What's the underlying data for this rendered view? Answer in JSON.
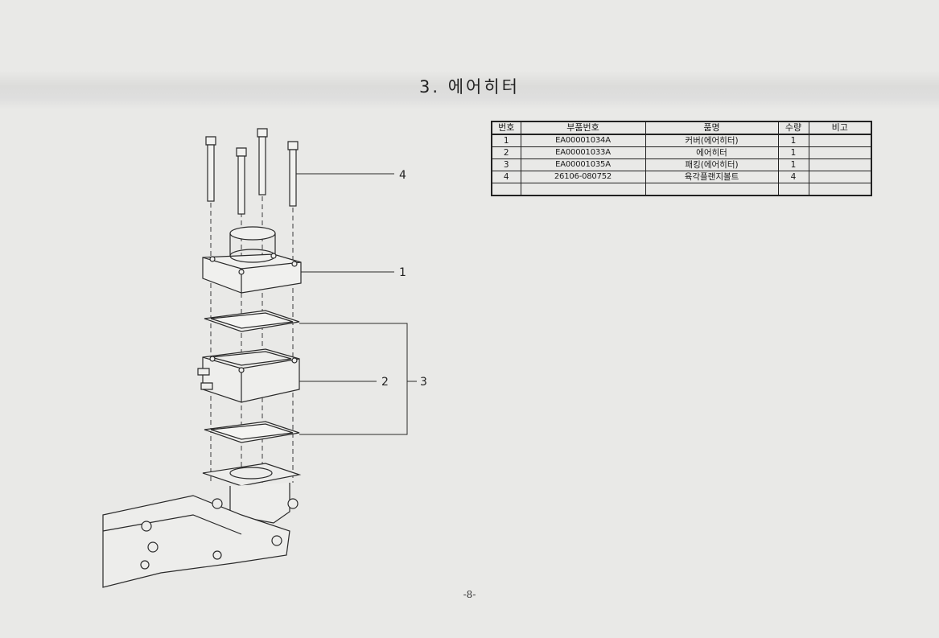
{
  "section_title": "3. 에어히터",
  "table": {
    "headers": [
      "번호",
      "부품번호",
      "품명",
      "수량",
      "비고"
    ],
    "rows": [
      {
        "no": "1",
        "part_no": "EA00001034A",
        "name": "커버(에어히터)",
        "qty": "1",
        "remark": ""
      },
      {
        "no": "2",
        "part_no": "EA00001033A",
        "name": "에어히터",
        "qty": "1",
        "remark": ""
      },
      {
        "no": "3",
        "part_no": "EA00001035A",
        "name": "패킹(에어히터)",
        "qty": "1",
        "remark": ""
      },
      {
        "no": "4",
        "part_no": "26106-080752",
        "name": "육각플랜지볼트",
        "qty": "4",
        "remark": ""
      },
      {
        "no": "",
        "part_no": "",
        "name": "",
        "qty": "",
        "remark": ""
      }
    ]
  },
  "callouts": {
    "c1": "1",
    "c2": "2",
    "c3": "3",
    "c4": "4"
  },
  "page_number": "-8-"
}
